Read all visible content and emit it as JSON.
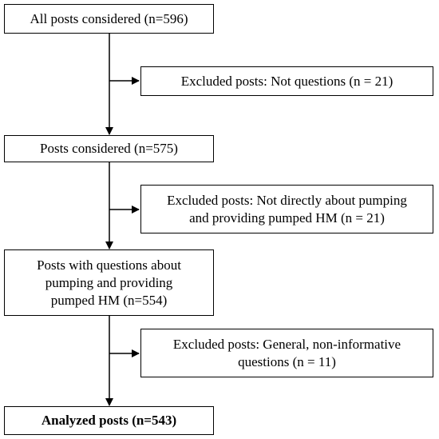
{
  "flow": {
    "all_posts": "All posts considered (n=596)",
    "excluded_1": "Excluded posts: Not questions (n = 21)",
    "considered": "Posts considered (n=575)",
    "excluded_2_line1": "Excluded posts: Not directly about pumping",
    "excluded_2_line2": "and providing pumped HM (n = 21)",
    "questions_line1": "Posts with questions about",
    "questions_line2": "pumping and providing",
    "questions_line3": "pumped HM (n=554)",
    "excluded_3_line1": "Excluded posts: General, non-informative",
    "excluded_3_line2": "questions (n = 11)",
    "analyzed": "Analyzed posts (n=543)"
  },
  "colors": {
    "stroke": "#000000",
    "background": "#ffffff"
  }
}
